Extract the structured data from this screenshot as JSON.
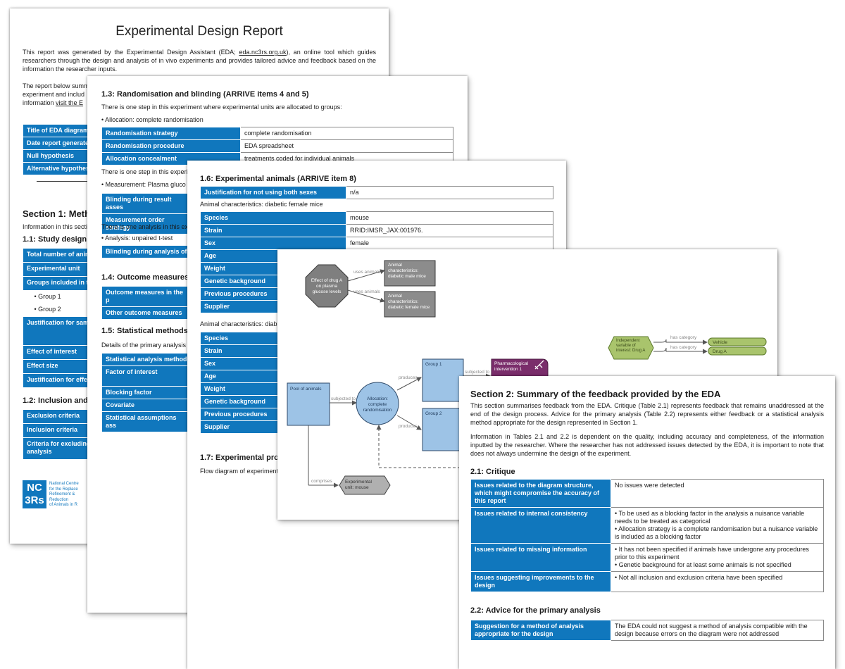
{
  "page1": {
    "title": "Experimental Design Report",
    "intro_pre": "This report was generated by the Experimental Design Assistant (EDA; ",
    "intro_link": "eda.nc3rs.org.uk",
    "intro_post": "), an online tool which guides researchers through the design and analysis of in vivo experiments and provides tailored advice and feedback based on the information the researcher inputs.",
    "p2_line1": "The report below summ",
    "p2_line2": "experiment and includ",
    "p2_line3_pre": "information ",
    "p2_line3_link": "visit the E",
    "meta_rows": [
      "Title of EDA diagram",
      "Date report generate",
      "Null hypothesis",
      "Alternative hypothes"
    ],
    "section1_heading": "Section 1: Meth",
    "section1_text": "Information in this secti",
    "s11_heading": "1.1: Study design",
    "study_rows": [
      "Total number of anim",
      "Experimental unit",
      "Groups included in t"
    ],
    "groups": [
      "• Group 1",
      "• Group 2"
    ],
    "study_rows2": [
      "Justification for sam",
      "Effect of interest",
      "Effect size",
      "Justification for effe"
    ],
    "s12_heading": "1.2: Inclusion and",
    "incl_rows": [
      "Exclusion criteria",
      "Inclusion criteria",
      "Criteria for excluding analysis"
    ],
    "logo_top": "NC",
    "logo_bottom": "3Rs",
    "logo_lines": [
      "National Centre",
      "for the Replace",
      "Refinement &",
      "Reduction",
      "of Animals in R"
    ]
  },
  "page2": {
    "h13": "1.3: Randomisation and blinding (ARRIVE items 4 and 5)",
    "t1": "There is one step in this experiment where experimental units are allocated to groups:",
    "t2": "• Allocation: complete randomisation",
    "rand_rows": [
      {
        "k": "Randomisation strategy",
        "v": "complete randomisation"
      },
      {
        "k": "Randomisation procedure",
        "v": "EDA spreadsheet"
      },
      {
        "k": "Allocation concealment",
        "v": "treatments coded for individual animals"
      }
    ],
    "t3": "There is one step in this experim",
    "t4": "• Measurement: Plasma gluco",
    "blind_rows": [
      "Blinding during result asses",
      "Measurement order strategy"
    ],
    "t5": "There is one analysis in this exp",
    "t6": "• Analysis: unpaired t-test",
    "blind_analysis": "Blinding during analysis of",
    "h14": "1.4: Outcome measures",
    "outcome_rows": [
      "Outcome measures in the p",
      "Other outcome measures"
    ],
    "h15": "1.5: Statistical methods",
    "t7": "Details of the primary analysis",
    "stat_rows": [
      "Statistical analysis method",
      "Factor of interest",
      "Blocking factor",
      "Covariate",
      "Statistical assumptions ass"
    ]
  },
  "page3": {
    "h16": "1.6: Experimental animals (ARRIVE item 8)",
    "just_row": {
      "k": "Justification for not using both sexes",
      "v": "n/a"
    },
    "char1": "Animal characteristics: diabetic female mice",
    "animal_rows": [
      {
        "k": "Species",
        "v": "mouse"
      },
      {
        "k": "Strain",
        "v": "RRID:IMSR_JAX:001976."
      },
      {
        "k": "Sex",
        "v": "female"
      },
      {
        "k": "Age",
        "v": ""
      },
      {
        "k": "Weight",
        "v": ""
      },
      {
        "k": "Genetic background",
        "v": ""
      },
      {
        "k": "Previous procedures",
        "v": ""
      },
      {
        "k": "Supplier",
        "v": ""
      }
    ],
    "char2": "Animal characteristics: diab",
    "animal_rows2": [
      "Species",
      "Strain",
      "Sex",
      "Age",
      "Weight",
      "Genetic background",
      "Previous procedures",
      "Supplier"
    ],
    "h17": "1.7: Experimental pro",
    "flow": "Flow diagram of experiment"
  },
  "diagram": {
    "effect_node": "Effect of drug A on plasma glucose levels",
    "uses_animals": "uses animals",
    "animal_char_1": "Animal characteristics: diabetic male mice",
    "animal_char_2": "Animal characteristics: diabetic female mice",
    "indep_var": "Independent variable of interest: Drug A",
    "has_category": "has category",
    "cat_vehicle": "Vehicle",
    "cat_druga": "Drug A",
    "pool": "Pool of animals",
    "subjected_to": "subjected to",
    "allocation": "Allocation: complete randomisation",
    "produces": "produces",
    "group1": "Group 1",
    "group2": "Group 2",
    "pharm": "Pharmacological intervention 1",
    "comprises": "comprises",
    "exp_unit": "Experimental unit: mouse"
  },
  "page5": {
    "heading": "Section 2: Summary of the feedback provided by the EDA",
    "p1": "This section summarises feedback from the EDA. Critique (Table 2.1) represents feedback that remains unaddressed at the end of the design process. Advice for the primary analysis (Table 2.2) represents either feedback or a statistical analysis method appropriate for the design represented in Section 1.",
    "p2": "Information in Tables 2.1 and 2.2 is dependent on the quality, including accuracy and completeness, of the information inputted by the researcher. Where the researcher has not addressed issues detected by the EDA, it is important to note that does not always undermine the design of the experiment.",
    "h21": "2.1: Critique",
    "critique": [
      {
        "k": "Issues related to the diagram structure, which might compromise the accuracy of this report",
        "v": [
          "No issues were detected"
        ]
      },
      {
        "k": "Issues related to internal consistency",
        "v": [
          "• To be used as a blocking factor in the analysis a  nuisance variable needs to be treated as categorical",
          "• Allocation strategy is a complete randomisation but a nuisance variable is included as a blocking factor"
        ]
      },
      {
        "k": "Issues related to missing information",
        "v": [
          "• It has not been specified if animals have undergone any procedures prior to this experiment",
          "• Genetic background for at least some animals is not specified"
        ]
      },
      {
        "k": "Issues suggesting improvements to the design",
        "v": [
          "• Not all inclusion and exclusion criteria have been specified"
        ]
      }
    ],
    "h22": "2.2: Advice for the primary analysis",
    "advice": {
      "k": "Suggestion for a method of analysis appropriate for the design",
      "v": "The EDA could not suggest a method of analysis compatible with the design because errors on the diagram were not addressed"
    }
  },
  "colors": {
    "accent_blue": "#1077bd",
    "diagram_blue": "#9dc3e6",
    "node_gray": "#7f7f7f",
    "green": "#a9c46c",
    "purple": "#7a2d6b"
  }
}
